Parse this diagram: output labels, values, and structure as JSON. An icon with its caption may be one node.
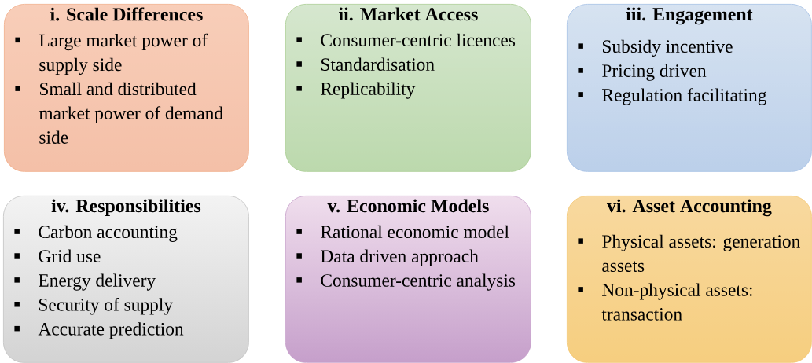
{
  "diagram": {
    "nodes": [
      {
        "text": [
          "i. Scale Differences",
          "Large market power of supply side",
          "Small and distributed market power of demand side"
        ]
      },
      {
        "text": [
          "ii. Market Access",
          "Consumer-centric licences",
          "Standardisation",
          "Replicability"
        ]
      },
      {
        "text": [
          "iii. Engagement",
          "Subsidy incentive",
          "Pricing driven",
          "Regulation facilitating"
        ]
      },
      {
        "text": [
          "iv. Responsibilities",
          "Carbon accounting",
          "Grid use",
          "Energy delivery",
          "Security of supply",
          "Accurate prediction"
        ]
      },
      {
        "text": [
          "v. Economic Models",
          "Rational economic model",
          "Data driven approach",
          "Consumer-centric analysis"
        ]
      },
      {
        "text": [
          "vi. Asset Accounting",
          "Physical assets: generation assets",
          "Non-physical assets: transaction"
        ]
      }
    ]
  }
}
